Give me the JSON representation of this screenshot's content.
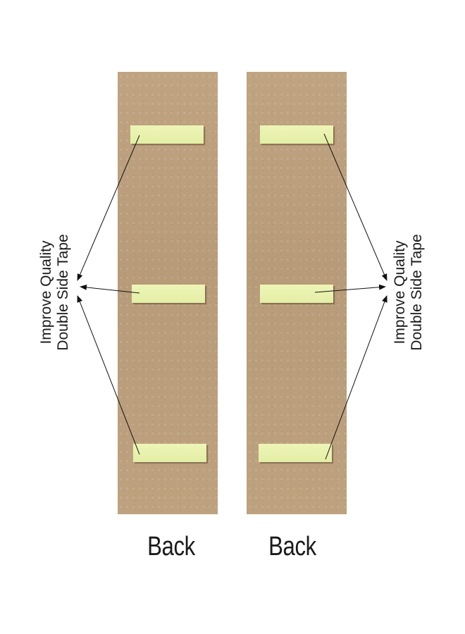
{
  "left_panel": {
    "label": "Back",
    "annotation_line1": "Improve Quality",
    "annotation_line2": "Double Side Tape"
  },
  "right_panel": {
    "label": "Back",
    "annotation_line1": "Improve Quality",
    "annotation_line2": "Double Side Tape"
  },
  "colors": {
    "board": "#bb9f7e",
    "tape": "#e6efa8",
    "text": "#1a1a1a"
  }
}
